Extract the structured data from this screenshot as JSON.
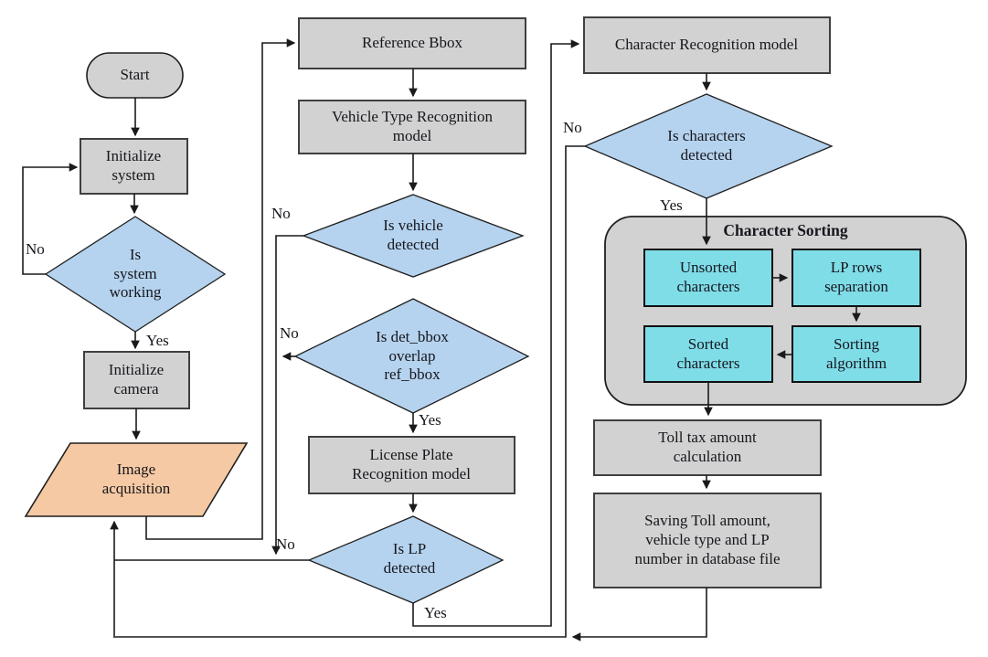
{
  "diagram": {
    "type": "flowchart",
    "nodes": {
      "start": {
        "label": "Start",
        "shape": "stadium"
      },
      "initialize_system": {
        "label": "Initialize system",
        "shape": "process"
      },
      "is_system_working": {
        "label": "Is system working",
        "shape": "decision"
      },
      "initialize_camera": {
        "label": "Initialize camera",
        "shape": "process"
      },
      "image_acquisition": {
        "label": "Image acquisition",
        "shape": "input-output"
      },
      "reference_bbox": {
        "label": "Reference Bbox",
        "shape": "process"
      },
      "vehicle_type_model": {
        "label": "Vehicle Type Recognition model",
        "shape": "process"
      },
      "is_vehicle_detected": {
        "label": "Is vehicle detected",
        "shape": "decision"
      },
      "is_det_bbox_overlap": {
        "label": "Is det_bbox overlap ref_bbox",
        "shape": "decision"
      },
      "license_plate_model": {
        "label": "License Plate Recognition model",
        "shape": "process"
      },
      "is_lp_detected": {
        "label": "Is LP detected",
        "shape": "decision"
      },
      "char_recognition_model": {
        "label": "Character Recognition model",
        "shape": "process"
      },
      "is_characters_detected": {
        "label": "Is characters detected",
        "shape": "decision"
      },
      "character_sorting_group": {
        "label": "Character Sorting",
        "shape": "group"
      },
      "unsorted_characters": {
        "label": "Unsorted characters",
        "shape": "subprocess"
      },
      "lp_rows_separation": {
        "label": "LP rows separation",
        "shape": "subprocess"
      },
      "sorted_characters": {
        "label": "Sorted characters",
        "shape": "subprocess"
      },
      "sorting_algorithm": {
        "label": "Sorting algorithm",
        "shape": "subprocess"
      },
      "toll_tax_calculation": {
        "label": "Toll tax amount calculation",
        "shape": "process"
      },
      "saving_database": {
        "label": "Saving Toll amount, vehicle type and LP number in database file",
        "shape": "process"
      }
    },
    "edge_labels": {
      "yes": "Yes",
      "no": "No"
    },
    "edges": [
      {
        "from": "start",
        "to": "initialize_system",
        "label": ""
      },
      {
        "from": "initialize_system",
        "to": "is_system_working",
        "label": ""
      },
      {
        "from": "is_system_working",
        "to": "initialize_system",
        "label": "No"
      },
      {
        "from": "is_system_working",
        "to": "initialize_camera",
        "label": "Yes"
      },
      {
        "from": "initialize_camera",
        "to": "image_acquisition",
        "label": ""
      },
      {
        "from": "image_acquisition",
        "to": "reference_bbox",
        "label": ""
      },
      {
        "from": "reference_bbox",
        "to": "vehicle_type_model",
        "label": ""
      },
      {
        "from": "vehicle_type_model",
        "to": "is_vehicle_detected",
        "label": ""
      },
      {
        "from": "is_vehicle_detected",
        "to": "image_acquisition",
        "label": "No"
      },
      {
        "from": "is_vehicle_detected",
        "to": "is_det_bbox_overlap",
        "label": ""
      },
      {
        "from": "is_det_bbox_overlap",
        "to": "image_acquisition",
        "label": "No"
      },
      {
        "from": "is_det_bbox_overlap",
        "to": "license_plate_model",
        "label": "Yes"
      },
      {
        "from": "license_plate_model",
        "to": "is_lp_detected",
        "label": ""
      },
      {
        "from": "is_lp_detected",
        "to": "image_acquisition",
        "label": "No"
      },
      {
        "from": "is_lp_detected",
        "to": "char_recognition_model",
        "label": "Yes"
      },
      {
        "from": "char_recognition_model",
        "to": "is_characters_detected",
        "label": ""
      },
      {
        "from": "is_characters_detected",
        "to": "image_acquisition",
        "label": "No"
      },
      {
        "from": "is_characters_detected",
        "to": "unsorted_characters",
        "label": "Yes"
      },
      {
        "from": "unsorted_characters",
        "to": "lp_rows_separation",
        "label": ""
      },
      {
        "from": "lp_rows_separation",
        "to": "sorting_algorithm",
        "label": ""
      },
      {
        "from": "sorting_algorithm",
        "to": "sorted_characters",
        "label": ""
      },
      {
        "from": "sorted_characters",
        "to": "toll_tax_calculation",
        "label": ""
      },
      {
        "from": "toll_tax_calculation",
        "to": "saving_database",
        "label": ""
      },
      {
        "from": "saving_database",
        "to": "image_acquisition",
        "label": ""
      }
    ],
    "colors": {
      "process_fill": "#d2d2d2",
      "decision_fill": "#b5d3ee",
      "io_fill": "#f5c9a3",
      "sub_fill": "#7fdde8",
      "group_fill": "#d2d2d2",
      "line": "#1a1a1a"
    }
  }
}
